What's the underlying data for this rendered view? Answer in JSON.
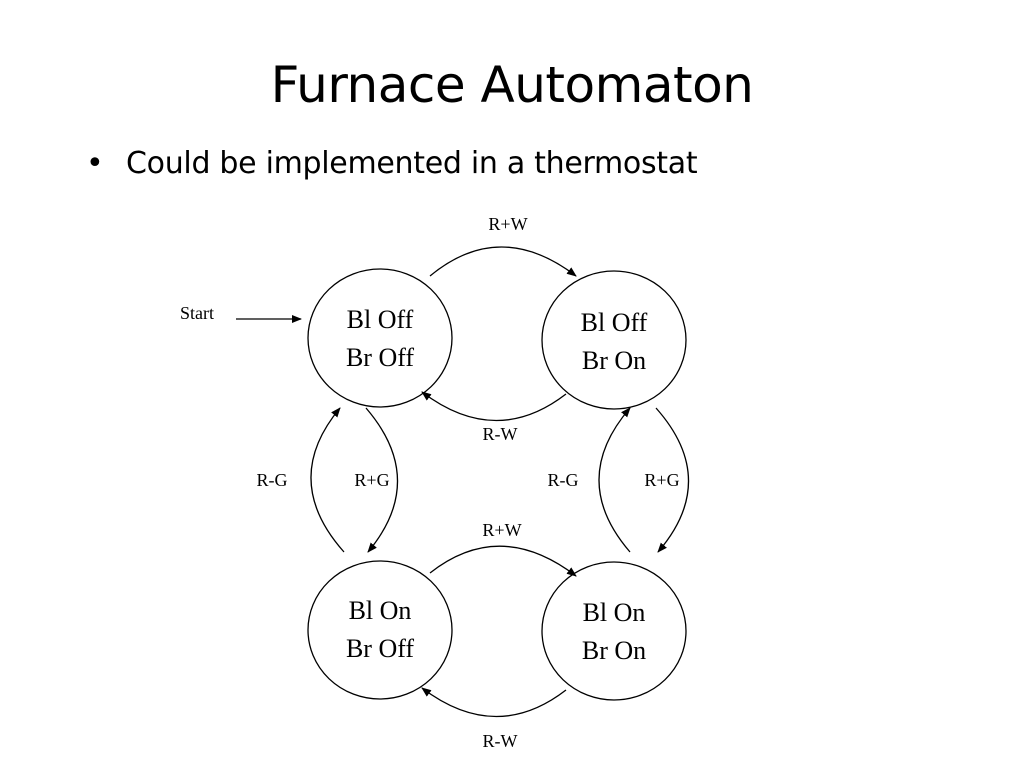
{
  "slide": {
    "title": "Furnace Automaton",
    "bullets": [
      "Could be implemented in a thermostat"
    ]
  },
  "diagram": {
    "start_label": "Start",
    "states": {
      "bl_off_br_off": {
        "line1": "Bl Off",
        "line2": "Br Off"
      },
      "bl_off_br_on": {
        "line1": "Bl Off",
        "line2": "Br On"
      },
      "bl_on_br_off": {
        "line1": "Bl On",
        "line2": "Br Off"
      },
      "bl_on_br_on": {
        "line1": "Bl On",
        "line2": "Br On"
      }
    },
    "transitions": {
      "top_forward": "R+W",
      "top_back": "R-W",
      "bottom_forward": "R+W",
      "bottom_back": "R-W",
      "left_up": "R-G",
      "left_down": "R+G",
      "right_up": "R-G",
      "right_down": "R+G"
    }
  }
}
